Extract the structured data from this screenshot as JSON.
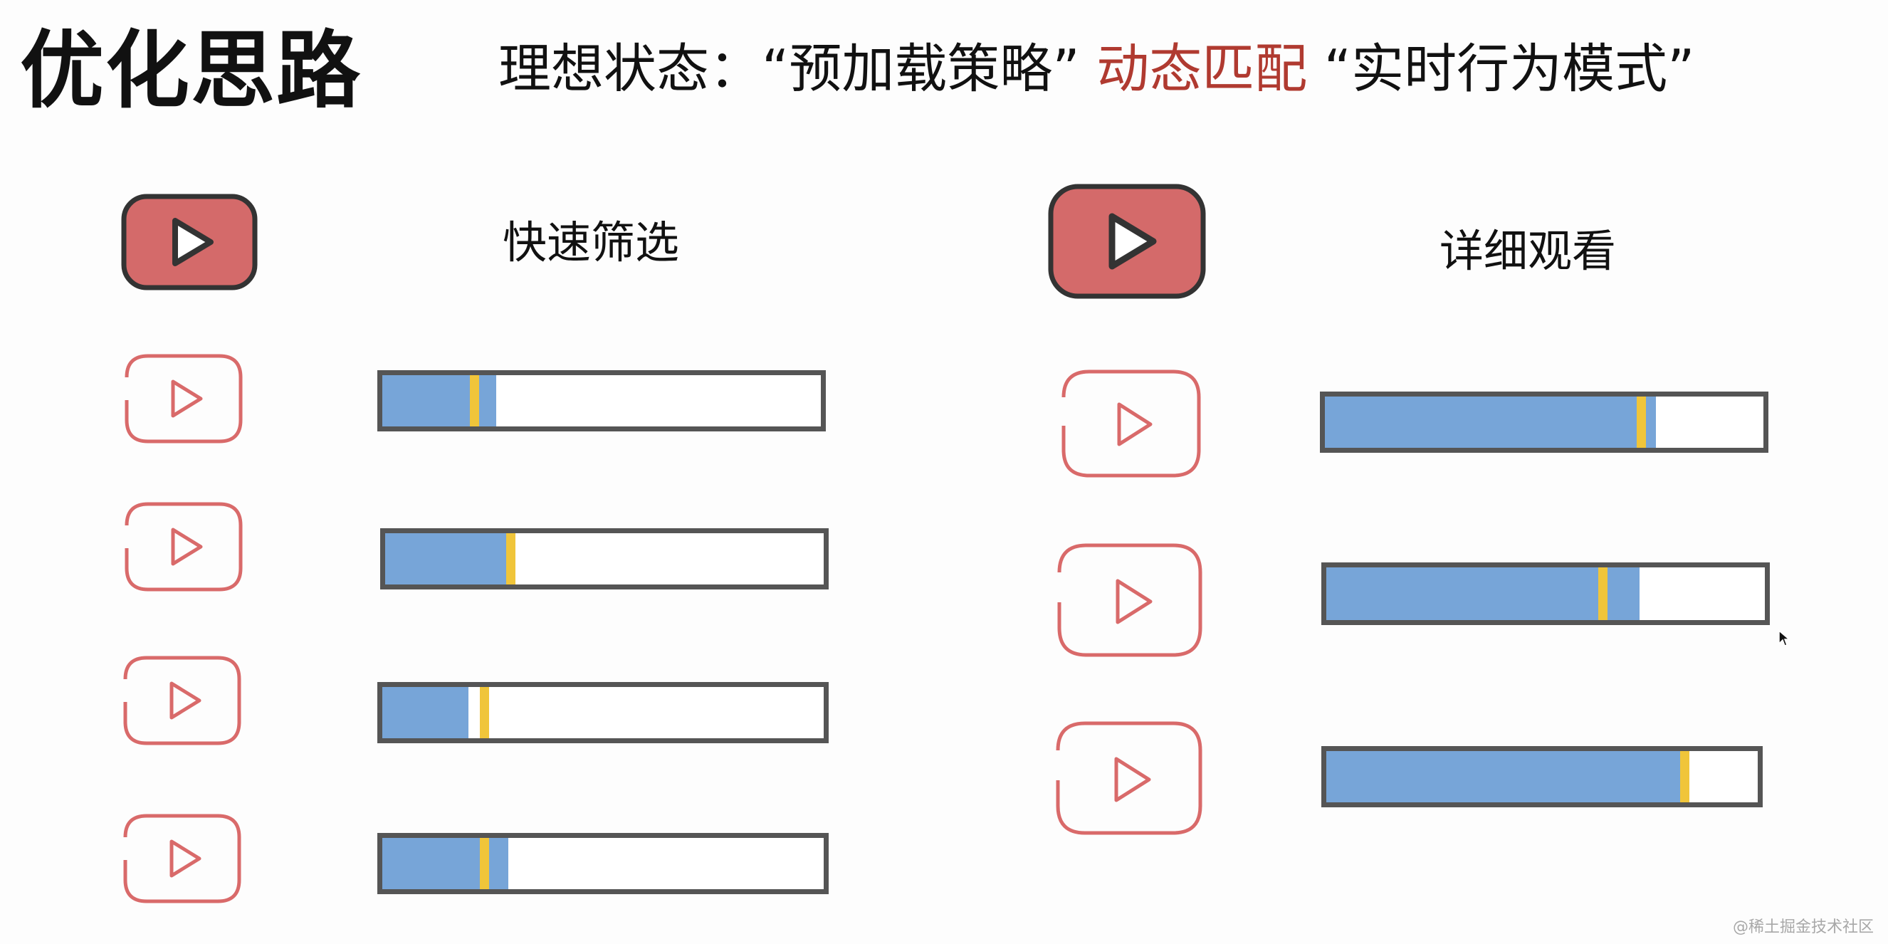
{
  "title": "优化思路",
  "subtitle": {
    "part1": "理想状态：“预加载策略”",
    "accent": "动态匹配",
    "part2": "“实时行为模式”"
  },
  "colors": {
    "accent": "#b03a30",
    "bar_fill": "#77a5d8",
    "marker": "#f0c53a",
    "bar_border": "#555555",
    "icon_solid": "#d46a6a",
    "icon_outline": "#d96a6a"
  },
  "left_section": {
    "label": "快速筛选",
    "rows": [
      {
        "fill": 0.26,
        "marker": 0.21
      },
      {
        "fill": 0.285,
        "marker": 0.285
      },
      {
        "fill": 0.195,
        "marker": 0.23
      },
      {
        "fill": 0.285,
        "marker": 0.23
      }
    ]
  },
  "right_section": {
    "label": "详细观看",
    "rows": [
      {
        "fill": 0.755,
        "marker": 0.72
      },
      {
        "fill": 0.715,
        "marker": 0.63
      },
      {
        "fill": 0.83,
        "marker": 0.83
      }
    ]
  },
  "watermark": "@稀土掘金技术社区"
}
